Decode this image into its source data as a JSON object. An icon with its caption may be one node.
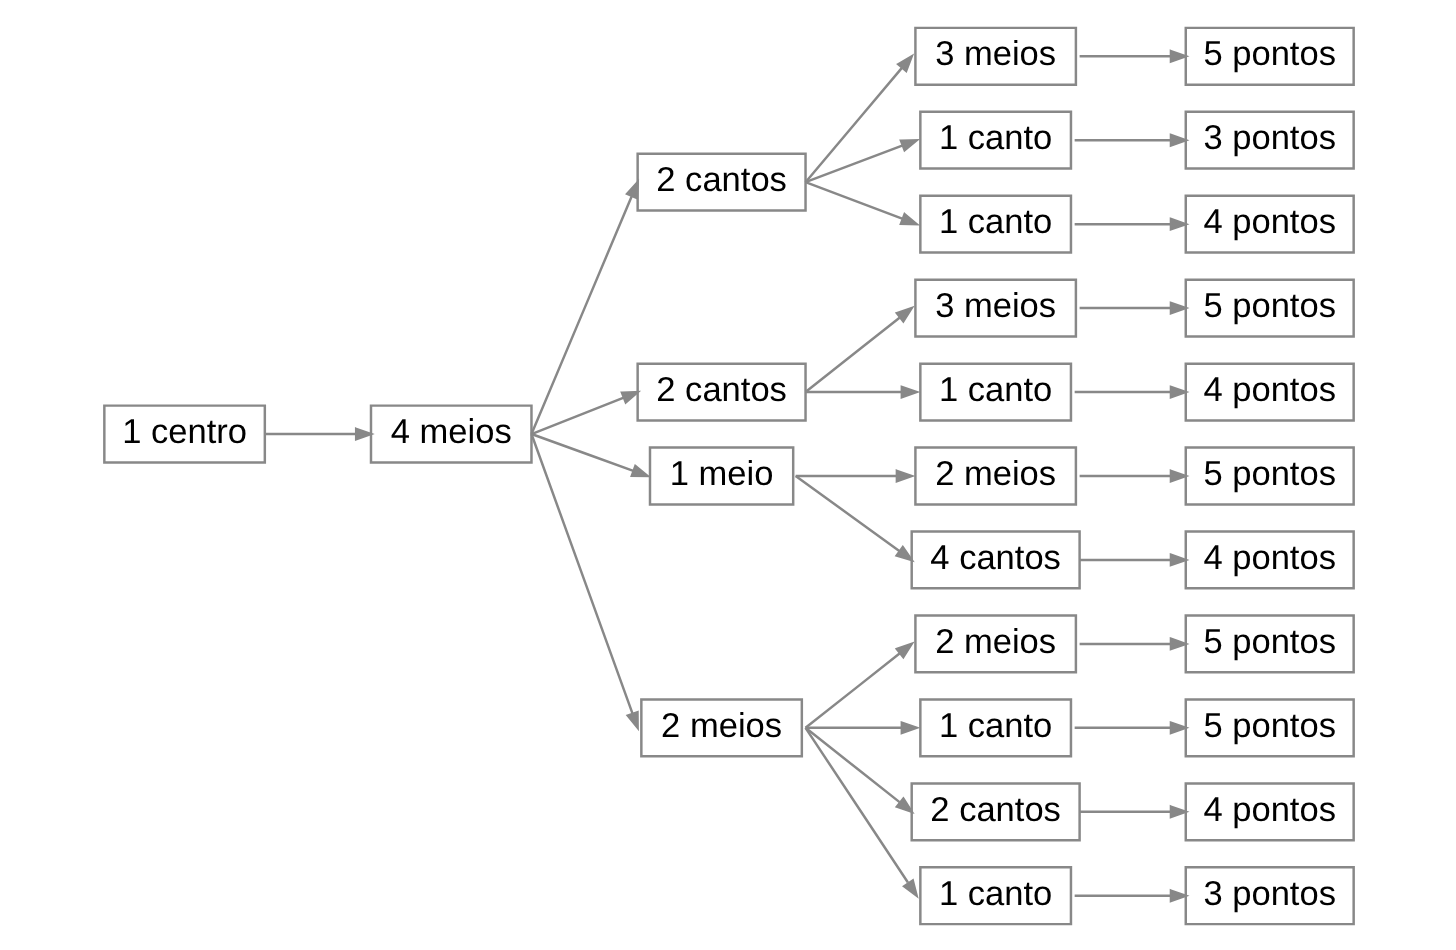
{
  "diagram": {
    "nodes": [
      {
        "text": [
          "1 centro"
        ]
      },
      {
        "text": [
          "4 meios"
        ]
      },
      {
        "text": [
          "2 cantos"
        ]
      },
      {
        "text": [
          "2 cantos"
        ]
      },
      {
        "text": [
          "1 meio"
        ]
      },
      {
        "text": [
          "2 meios"
        ]
      },
      {
        "text": [
          "3 meios"
        ]
      },
      {
        "text": [
          "1 canto"
        ]
      },
      {
        "text": [
          "1 canto"
        ]
      },
      {
        "text": [
          "3 meios"
        ]
      },
      {
        "text": [
          "1 canto"
        ]
      },
      {
        "text": [
          "2 meios"
        ]
      },
      {
        "text": [
          "4 cantos"
        ]
      },
      {
        "text": [
          "2 meios"
        ]
      },
      {
        "text": [
          "1 canto"
        ]
      },
      {
        "text": [
          "2 cantos"
        ]
      },
      {
        "text": [
          "1 canto"
        ]
      },
      {
        "text": [
          "5 pontos"
        ]
      },
      {
        "text": [
          "3 pontos"
        ]
      },
      {
        "text": [
          "4 pontos"
        ]
      },
      {
        "text": [
          "5 pontos"
        ]
      },
      {
        "text": [
          "4 pontos"
        ]
      },
      {
        "text": [
          "5 pontos"
        ]
      },
      {
        "text": [
          "4 pontos"
        ]
      },
      {
        "text": [
          "5 pontos"
        ]
      },
      {
        "text": [
          "5 pontos"
        ]
      },
      {
        "text": [
          "4 pontos"
        ]
      },
      {
        "text": [
          "3 pontos"
        ]
      }
    ],
    "edges": [
      {
        "from": 0,
        "to": 1,
        "arrow": "to"
      },
      {
        "from": 1,
        "to": 2,
        "arrow": "to"
      },
      {
        "from": 1,
        "to": 3,
        "arrow": "to"
      },
      {
        "from": 1,
        "to": 4,
        "arrow": "to"
      },
      {
        "from": 1,
        "to": 5,
        "arrow": "to"
      },
      {
        "from": 2,
        "to": 6,
        "arrow": "to"
      },
      {
        "from": 2,
        "to": 7,
        "arrow": "to"
      },
      {
        "from": 2,
        "to": 8,
        "arrow": "to"
      },
      {
        "from": 3,
        "to": 9,
        "arrow": "to"
      },
      {
        "from": 3,
        "to": 10,
        "arrow": "to"
      },
      {
        "from": 4,
        "to": 11,
        "arrow": "to"
      },
      {
        "from": 4,
        "to": 12,
        "arrow": "to"
      },
      {
        "from": 5,
        "to": 13,
        "arrow": "to"
      },
      {
        "from": 5,
        "to": 14,
        "arrow": "to"
      },
      {
        "from": 5,
        "to": 15,
        "arrow": "to"
      },
      {
        "from": 5,
        "to": 16,
        "arrow": "to"
      },
      {
        "from": 6,
        "to": 17,
        "arrow": "to"
      },
      {
        "from": 7,
        "to": 18,
        "arrow": "to"
      },
      {
        "from": 8,
        "to": 19,
        "arrow": "to"
      },
      {
        "from": 9,
        "to": 20,
        "arrow": "to"
      },
      {
        "from": 10,
        "to": 21,
        "arrow": "to"
      },
      {
        "from": 11,
        "to": 22,
        "arrow": "to"
      },
      {
        "from": 12,
        "to": 23,
        "arrow": "to"
      },
      {
        "from": 13,
        "to": 24,
        "arrow": "to"
      },
      {
        "from": 14,
        "to": 25,
        "arrow": "to"
      },
      {
        "from": 15,
        "to": 26,
        "arrow": "to"
      },
      {
        "from": 16,
        "to": 27,
        "arrow": "to"
      }
    ]
  }
}
